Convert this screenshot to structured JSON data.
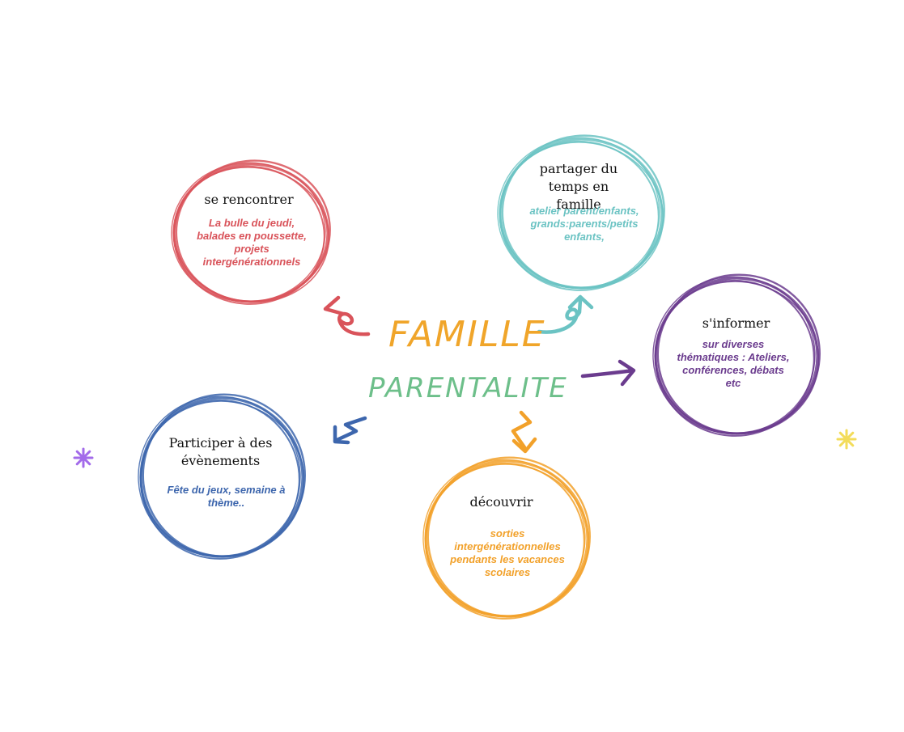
{
  "title": "FAMILLE",
  "subtitle": "PARENTALITE",
  "bubbles": [
    {
      "id": "se-rencontrer",
      "title": "se rencontrer",
      "body": "La bulle du jeudi, balades en poussette, projets intergénérationnels",
      "color": "#d9535a"
    },
    {
      "id": "partager",
      "title": "partager du temps en famille",
      "body": "atelier parent/enfants, grands:parents/petits enfants,",
      "color": "#6bc3c3"
    },
    {
      "id": "s-informer",
      "title": "s'informer",
      "body": "sur diverses thématiques : Ateliers, conférences, débats etc",
      "color": "#6b3c8e"
    },
    {
      "id": "decouvrir",
      "title": "découvrir",
      "body": "sorties intergénérationnelles pendants les vacances scolaires",
      "color": "#f2a12a"
    },
    {
      "id": "participer",
      "title": "Participer à des évènements",
      "body": "Fête du jeux, semaine à thème..",
      "color": "#3d66ad"
    }
  ],
  "colors": {
    "title": "#f0a52a",
    "subtitle": "#6dbf8a",
    "sparkle_left": "#a36bea",
    "sparkle_right": "#f3dc5a"
  }
}
